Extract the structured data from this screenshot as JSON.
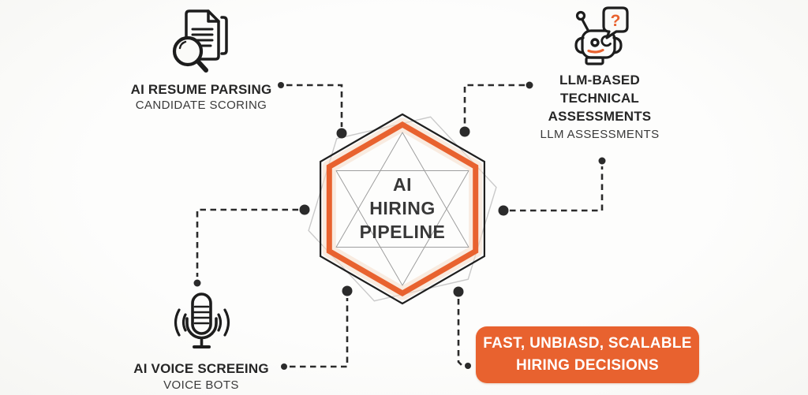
{
  "colors": {
    "accent": "#E8622F",
    "accent_glow": "#F6DDC9",
    "ink": "#262626",
    "connector": "#2B2B2B",
    "thin_line_gray": "#9E9E9E",
    "rotated_hex_gray": "#C9C9C9",
    "background": "#FAFAF8",
    "badge_text": "#FFFFFF"
  },
  "center": {
    "title": "AI\nHIRING\nPIPELINE"
  },
  "callouts": {
    "resume": {
      "title": "AI RESUME PARSING",
      "subtitle": "CANDIDATE SCORING",
      "icon": "document-magnifier-icon"
    },
    "llm": {
      "title": "LLM-BASED\nTECHNICAL\nASSESSMENTS",
      "subtitle": "LLM ASSESSMENTS",
      "icon": "robot-icon",
      "question_mark": "?"
    },
    "voice": {
      "title": "AI VOICE SCREEING",
      "subtitle": "VOICE BOTS",
      "icon": "microphone-icon"
    },
    "decision": {
      "label": "FAST, UNBIASD, SCALABLE\nHIRING DECISIONS"
    }
  }
}
